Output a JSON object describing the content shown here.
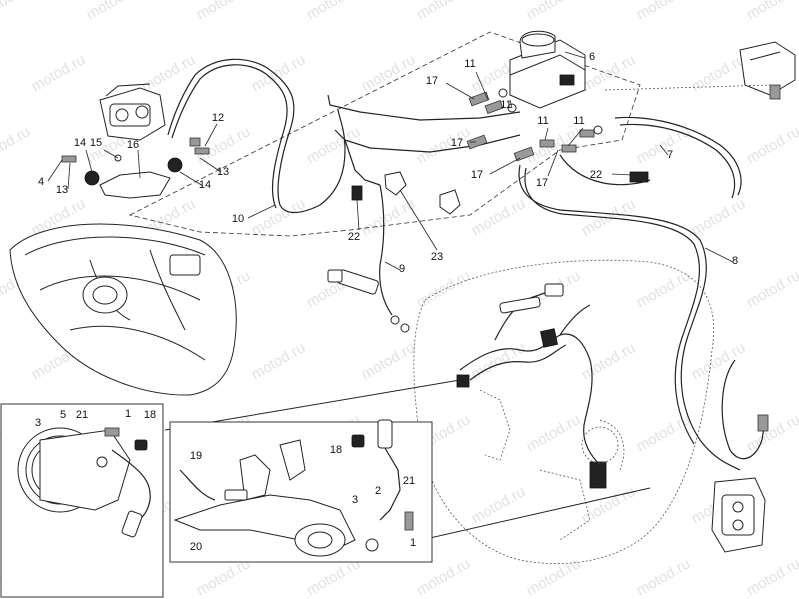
{
  "watermark": "motod.ru",
  "callouts": [
    {
      "id": "c1a",
      "text": "1"
    },
    {
      "id": "c1b",
      "text": "1"
    },
    {
      "id": "c2",
      "text": "2"
    },
    {
      "id": "c3a",
      "text": "3"
    },
    {
      "id": "c3b",
      "text": "3"
    },
    {
      "id": "c4",
      "text": "4"
    },
    {
      "id": "c5",
      "text": "5"
    },
    {
      "id": "c6",
      "text": "6"
    },
    {
      "id": "c7",
      "text": "7"
    },
    {
      "id": "c8",
      "text": "8"
    },
    {
      "id": "c9",
      "text": "9"
    },
    {
      "id": "c10",
      "text": "10"
    },
    {
      "id": "c11a",
      "text": "11"
    },
    {
      "id": "c11b",
      "text": "11"
    },
    {
      "id": "c11c",
      "text": "11"
    },
    {
      "id": "c11d",
      "text": "11"
    },
    {
      "id": "c12",
      "text": "12"
    },
    {
      "id": "c13a",
      "text": "13"
    },
    {
      "id": "c13b",
      "text": "13"
    },
    {
      "id": "c14a",
      "text": "14"
    },
    {
      "id": "c14b",
      "text": "14"
    },
    {
      "id": "c15",
      "text": "15"
    },
    {
      "id": "c16",
      "text": "16"
    },
    {
      "id": "c17a",
      "text": "17"
    },
    {
      "id": "c17b",
      "text": "17"
    },
    {
      "id": "c17c",
      "text": "17"
    },
    {
      "id": "c17d",
      "text": "17"
    },
    {
      "id": "c18a",
      "text": "18"
    },
    {
      "id": "c18b",
      "text": "18"
    },
    {
      "id": "c19",
      "text": "19"
    },
    {
      "id": "c20",
      "text": "20"
    },
    {
      "id": "c21a",
      "text": "21"
    },
    {
      "id": "c21b",
      "text": "21"
    },
    {
      "id": "c22a",
      "text": "22"
    },
    {
      "id": "c22b",
      "text": "22"
    },
    {
      "id": "c23",
      "text": "23"
    }
  ]
}
